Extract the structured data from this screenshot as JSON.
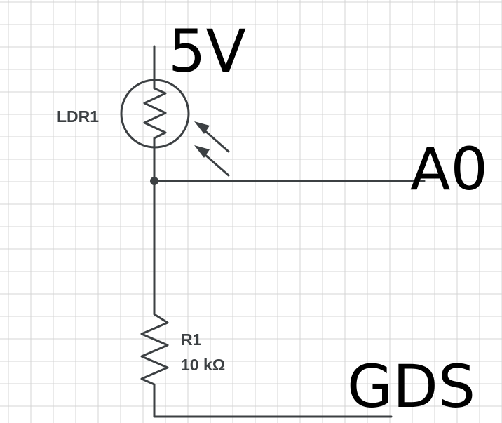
{
  "colors": {
    "grid": "#d4d4d4",
    "wire": "#3c4043",
    "net_label": "#000000",
    "background": "#ffffff"
  },
  "net_labels": {
    "supply": "5V",
    "analog_input": "A0",
    "ground": "GDS"
  },
  "components": {
    "ldr": {
      "designator": "LDR1"
    },
    "resistor": {
      "designator": "R1",
      "value": "10 kΩ"
    }
  }
}
